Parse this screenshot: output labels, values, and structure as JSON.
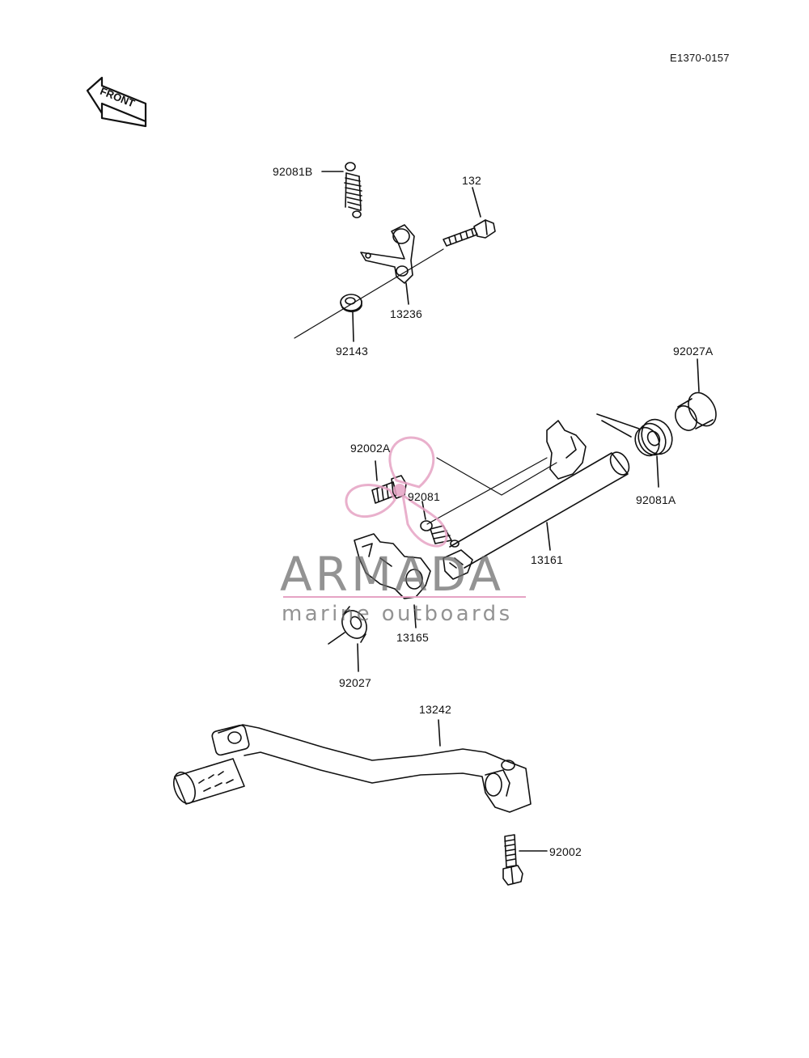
{
  "diagram_code": "E1370-0157",
  "front_arrow_text": "FRONT",
  "part_labels": {
    "p92081B": "92081B",
    "p132": "132",
    "p13236": "13236",
    "p92143": "92143",
    "p92027A": "92027A",
    "p92002A": "92002A",
    "p92081": "92081",
    "p92081A": "92081A",
    "p13161": "13161",
    "p13165": "13165",
    "p92027": "92027",
    "p13242": "13242",
    "p92002": "92002"
  },
  "watermark": {
    "brand": "ARMADA",
    "tagline": "marine outboards",
    "accent_color": "#e6a3c4"
  }
}
